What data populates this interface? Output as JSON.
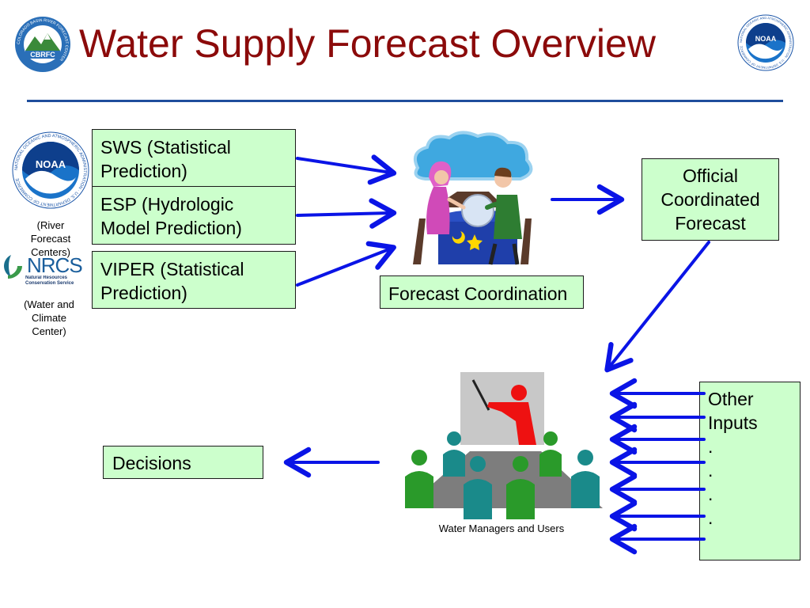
{
  "title": "Water Supply Forecast Overview",
  "colors": {
    "title": "#8b0a0a",
    "rule": "#1f4e9c",
    "box_fill": "#ccffcc",
    "arrow": "#0a14e6"
  },
  "logos": {
    "cbrfc": {
      "text": "CBRFC",
      "ring": "COLORADO BASIN RIVER FORECAST CENTER"
    },
    "noaa": {
      "text": "NOAA",
      "ring": "NATIONAL OCEANIC AND ATMOSPHERIC ADMINISTRATION · U.S. DEPARTMENT OF COMMERCE"
    },
    "nrcs": {
      "text": "NRCS",
      "subtitle": "Natural Resources Conservation Service"
    }
  },
  "captions": {
    "rfc": "(River Forecast Centers)",
    "wcc": "(Water and Climate Center)",
    "meeting": "Water Managers and Users"
  },
  "boxes": {
    "sws": "SWS (Statistical Prediction)",
    "esp": "ESP (Hydrologic Model Prediction)",
    "viper": "VIPER (Statistical Prediction)",
    "coordination": "Forecast Coordination",
    "official": "Official Coordinated Forecast",
    "decisions": "Decisions",
    "other_title": "Other Inputs",
    "other_dots": [
      ".",
      ".",
      ".",
      "."
    ]
  },
  "icons": {
    "fortune": "fortune-teller-illustration",
    "meeting": "meeting-presentation-illustration"
  }
}
